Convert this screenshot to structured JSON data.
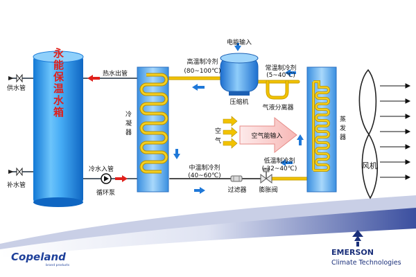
{
  "colors": {
    "accent_red": "#e0201b",
    "pipe_yellow": "#f2c200",
    "tank_blue": "#2e9ef0",
    "bg_wave": "#3f55a8",
    "flow_blue": "#1f78d8"
  },
  "tank": {
    "label": "永能保温水箱"
  },
  "water": {
    "supply": "供水管",
    "refill": "补水管",
    "hot_out": "热水出管",
    "cold_in": "冷水入管",
    "pump": "循环泵"
  },
  "refrigerant": {
    "high_temp": "高温制冷剂",
    "high_range": "(80~100℃)",
    "mid_temp": "中温制冷剂",
    "mid_range": "(40~60℃)",
    "normal_temp": "常温制冷剂",
    "normal_range": "(5~40℃)",
    "low_temp": "低温制冷剂",
    "low_range": "(-32~40℃)"
  },
  "components": {
    "power_in": "电能输入",
    "compressor": "压缩机",
    "separator": "气液分离器",
    "condenser_chars": [
      "冷",
      "凝",
      "器"
    ],
    "evaporator_chars": [
      "蒸",
      "发",
      "器"
    ],
    "filter": "过滤器",
    "valve": "膨胀阀",
    "fan": "风机",
    "air_chars": [
      "空",
      "气"
    ],
    "air_energy": "空气能输入"
  },
  "brands": {
    "left": "Copeland",
    "left_sub": "brand products",
    "right": "EMERSON",
    "right_sub": "Climate Technologies"
  }
}
